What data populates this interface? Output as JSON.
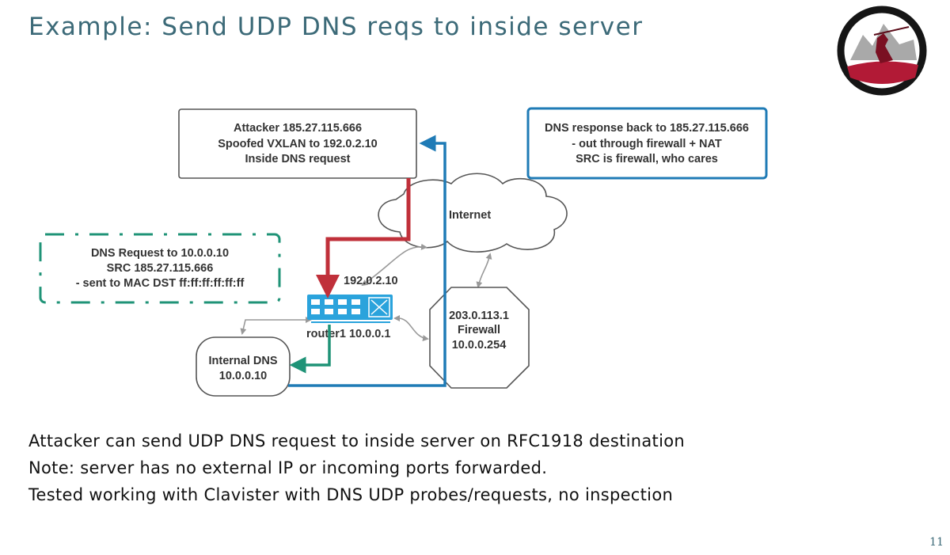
{
  "slide": {
    "title": "Example: Send UDP DNS reqs to inside server",
    "page_number": "11",
    "body_lines": [
      "Attacker can send UDP DNS request to inside server on RFC1918 destination",
      "Note: server has no external IP or incoming ports forwarded.",
      "Tested working with Clavister with DNS UDP probes/requests, no inspection"
    ]
  },
  "diagram": {
    "attacker_box": [
      "Attacker 185.27.115.666",
      "Spoofed VXLAN to 192.0.2.10",
      "Inside DNS request"
    ],
    "response_box": [
      "DNS response back to 185.27.115.666",
      "- out through firewall + NAT",
      "SRC is firewall, who cares"
    ],
    "request_box": [
      "DNS Request to 10.0.0.10",
      "SRC 185.27.115.666",
      "- sent to MAC DST ff:ff:ff:ff:ff:ff"
    ],
    "internet_label": "Internet",
    "router_ip_label": "192.0.2.10",
    "router_label": "router1 10.0.0.1",
    "firewall_label": [
      "203.0.113.1",
      "Firewall",
      "10.0.0.254"
    ],
    "dns_server_label": [
      "Internal DNS",
      "10.0.0.10"
    ]
  },
  "colors": {
    "title": "#3c6a78",
    "attack_path": "#c0303a",
    "response_path": "#1f7bb6",
    "request_path": "#1f9377",
    "router_icon": "#2aa3dc",
    "connector": "#999999"
  }
}
